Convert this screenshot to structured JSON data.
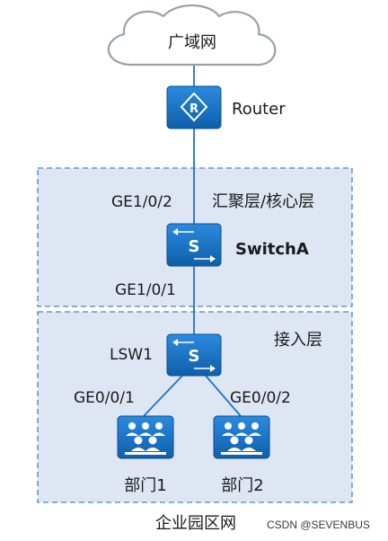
{
  "wan": {
    "label": "广域网"
  },
  "router": {
    "label": "Router"
  },
  "aggregation_zone": {
    "label": "汇聚层/核心层"
  },
  "access_zone": {
    "label": "接入层"
  },
  "switch_a": {
    "label": "SwitchA",
    "uplink_port": "GE1/0/2",
    "downlink_port": "GE1/0/1"
  },
  "lsw1": {
    "label": "LSW1",
    "port_left": "GE0/0/1",
    "port_right": "GE0/0/2"
  },
  "dept1": {
    "label": "部门1"
  },
  "dept2": {
    "label": "部门2"
  },
  "caption": "企业园区网",
  "watermark": "CSDN @SEVENBUS",
  "colors": {
    "device_blue": "#1473c5",
    "zone_fill": "#dde6f2",
    "zone_border": "#4a82c6",
    "link": "#1b75d0",
    "cloud_stroke": "#9ca0a8"
  },
  "icons": {
    "router": "router-icon",
    "switch": "switch-icon",
    "department": "department-group-icon",
    "wan": "cloud-icon"
  }
}
